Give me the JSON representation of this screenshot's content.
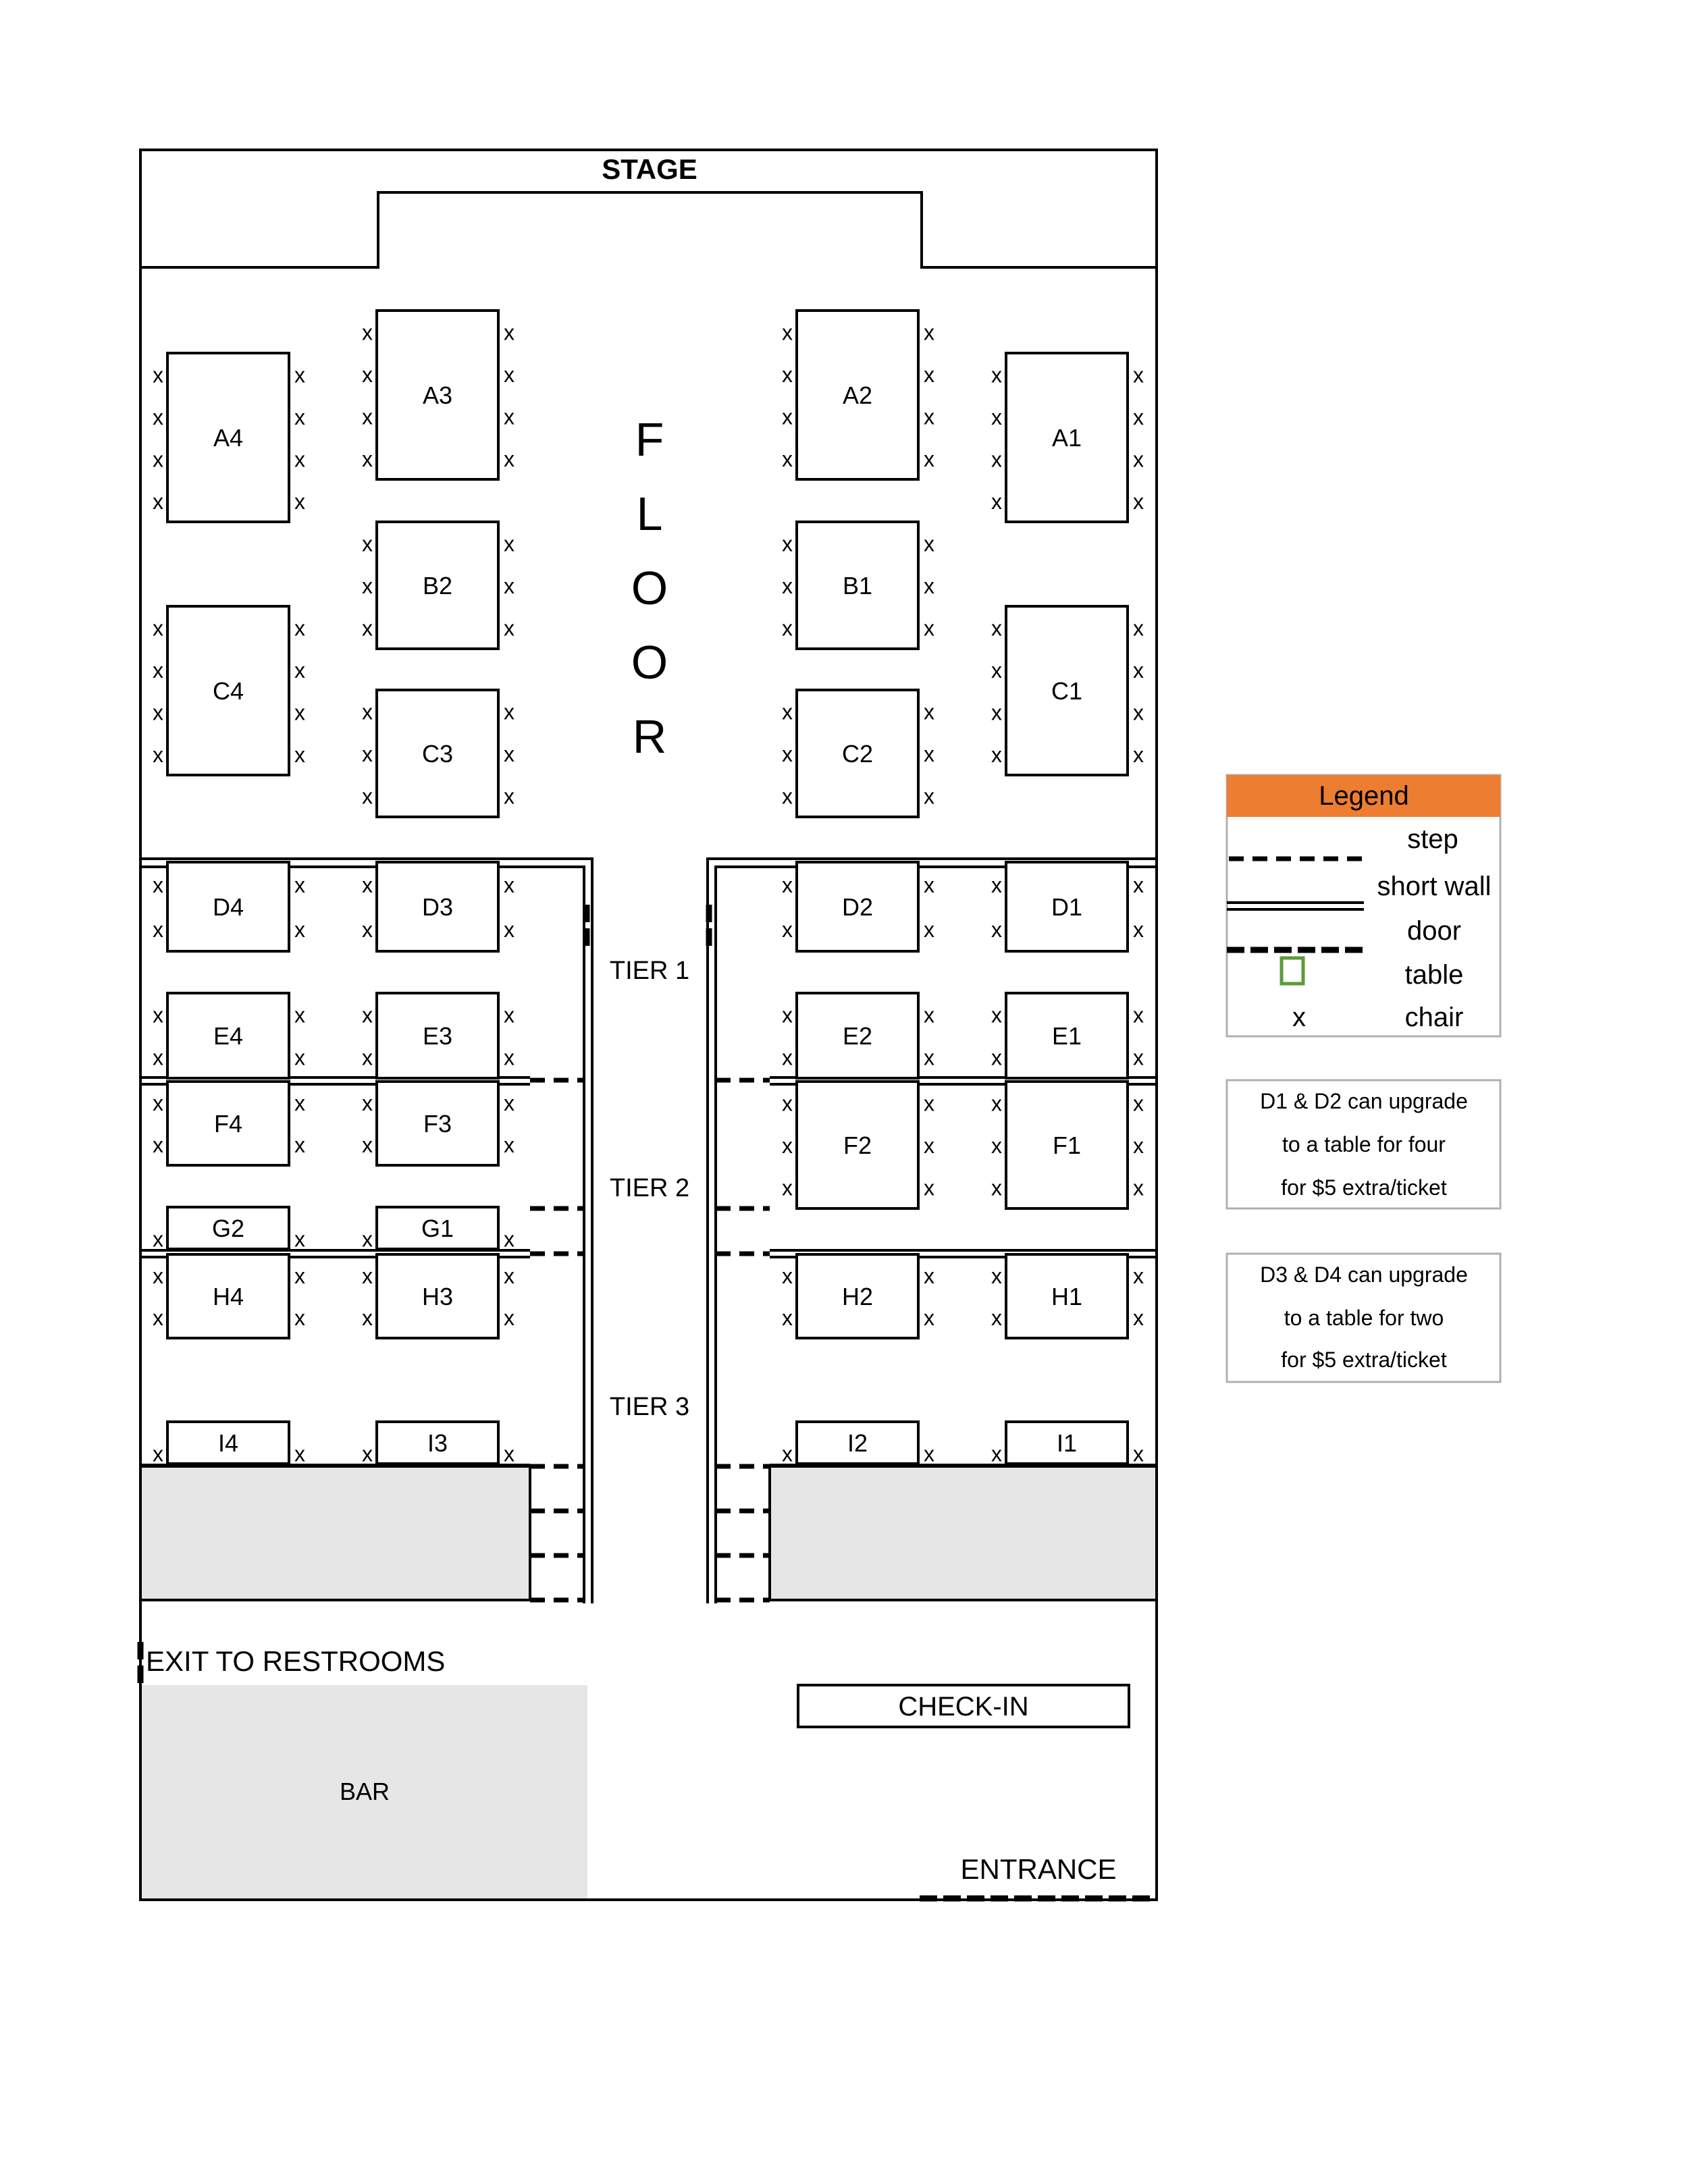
{
  "labels": {
    "stage": "STAGE",
    "floor": [
      "F",
      "L",
      "O",
      "O",
      "R"
    ],
    "tier1": "TIER 1",
    "tier2": "TIER 2",
    "tier3": "TIER 3",
    "exit": "EXIT TO RESTROOMS",
    "bar": "BAR",
    "checkin": "CHECK-IN",
    "entrance": "ENTRANCE"
  },
  "chair_mark": "x",
  "tables": [
    {
      "id": "A4"
    },
    {
      "id": "A3"
    },
    {
      "id": "A2"
    },
    {
      "id": "A1"
    },
    {
      "id": "B2"
    },
    {
      "id": "B1"
    },
    {
      "id": "C4"
    },
    {
      "id": "C3"
    },
    {
      "id": "C2"
    },
    {
      "id": "C1"
    },
    {
      "id": "D4"
    },
    {
      "id": "D3"
    },
    {
      "id": "D2"
    },
    {
      "id": "D1"
    },
    {
      "id": "E4"
    },
    {
      "id": "E3"
    },
    {
      "id": "E2"
    },
    {
      "id": "E1"
    },
    {
      "id": "F4"
    },
    {
      "id": "F3"
    },
    {
      "id": "F2"
    },
    {
      "id": "F1"
    },
    {
      "id": "G2"
    },
    {
      "id": "G1"
    },
    {
      "id": "H4"
    },
    {
      "id": "H3"
    },
    {
      "id": "H2"
    },
    {
      "id": "H1"
    },
    {
      "id": "I4"
    },
    {
      "id": "I3"
    },
    {
      "id": "I2"
    },
    {
      "id": "I1"
    }
  ],
  "legend": {
    "title": "Legend",
    "header_color": "#ED7D31",
    "table_color": "#5B9B38",
    "items": [
      {
        "key": "step",
        "label": "step"
      },
      {
        "key": "short_wall",
        "label": "short wall"
      },
      {
        "key": "door",
        "label": "door"
      },
      {
        "key": "table",
        "label": "table"
      },
      {
        "key": "chair",
        "label": "chair",
        "symbol": "x"
      }
    ]
  },
  "notes": [
    {
      "lines": [
        "D1 & D2 can upgrade",
        "to a table for four",
        "for $5 extra/ticket"
      ]
    },
    {
      "lines": [
        "D3 & D4 can upgrade",
        "to a table for two",
        "for $5 extra/ticket"
      ]
    }
  ]
}
